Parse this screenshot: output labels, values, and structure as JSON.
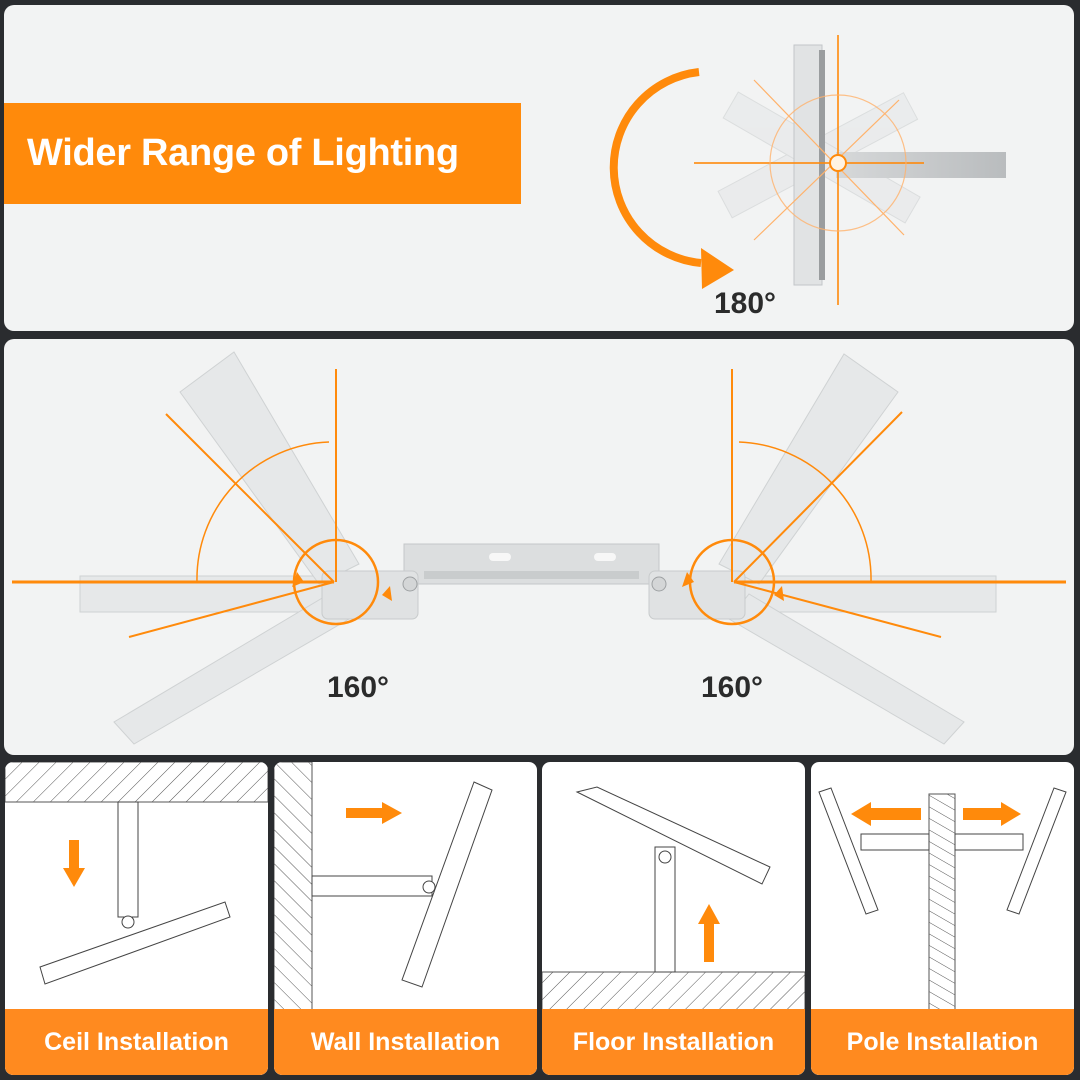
{
  "header": {
    "title": "Wider Range of Lighting"
  },
  "rotation": {
    "top_angle": "180°",
    "left_angle": "160°",
    "right_angle": "160°"
  },
  "installations": [
    {
      "label": "Ceil Installation",
      "arrow": "down"
    },
    {
      "label": "Wall Installation",
      "arrow": "right"
    },
    {
      "label": "Floor Installation",
      "arrow": "up"
    },
    {
      "label": "Pole Installation",
      "arrow": "left-right"
    }
  ],
  "colors": {
    "accent": "#ff8a0b",
    "panel_bg": "#f2f3f3",
    "frame": "#2a2c2f",
    "text_dark": "#2b2b2b"
  }
}
